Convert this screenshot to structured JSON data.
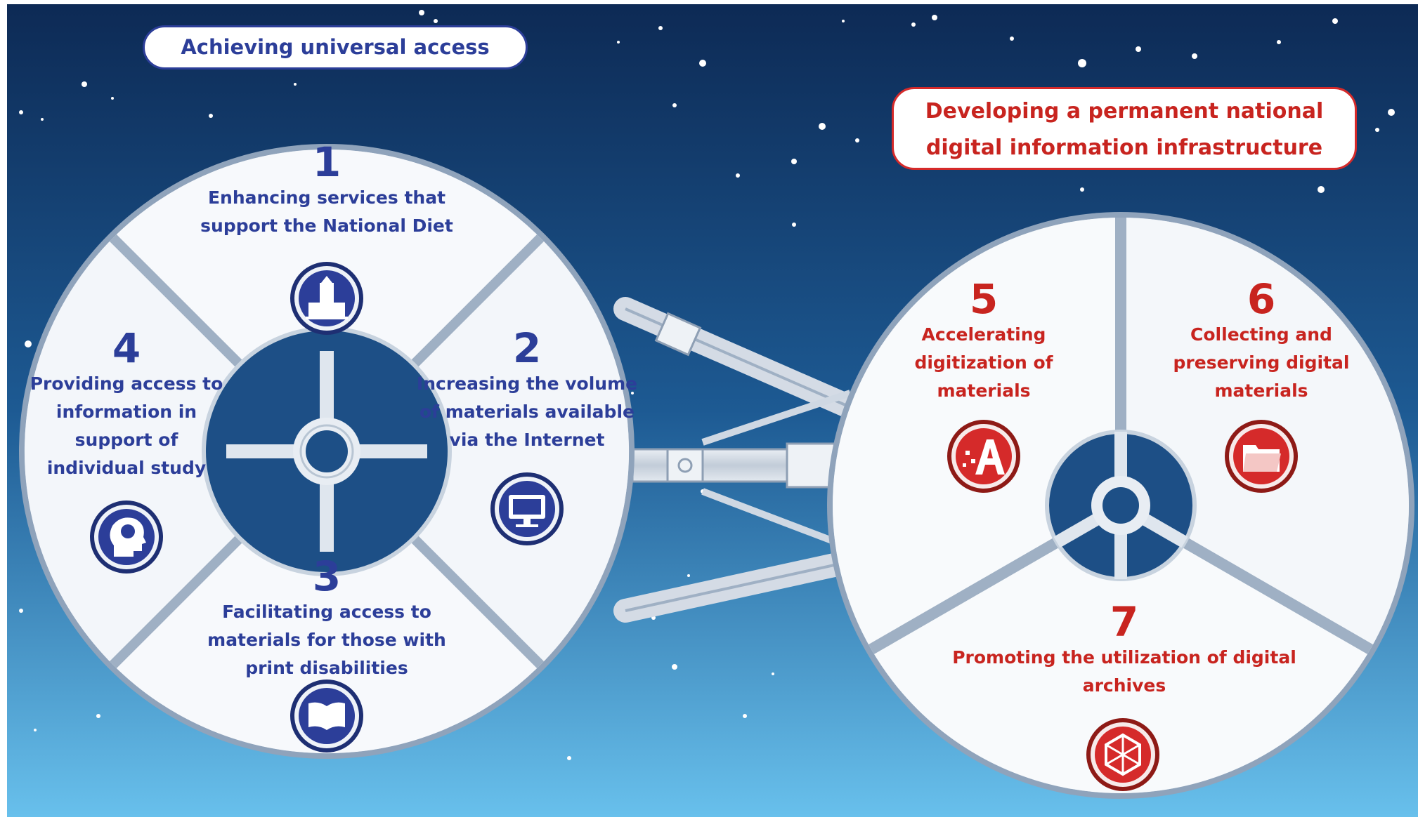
{
  "headers": {
    "left": "Achieving universal access",
    "right": "Developing a permanent national digital information infrastructure"
  },
  "items": [
    {
      "number": "1",
      "label": "Enhancing services that support the National Diet",
      "icon": "diet-building-icon"
    },
    {
      "number": "2",
      "label": "Increasing the volume of materials available via the Internet",
      "icon": "computer-monitor-icon"
    },
    {
      "number": "3",
      "label": "Facilitating access to materials for those with print disabilities",
      "icon": "open-book-icon"
    },
    {
      "number": "4",
      "label": "Providing access to information in support of individual study",
      "icon": "brain-head-icon"
    },
    {
      "number": "5",
      "label": "Accelerating digitization of materials",
      "icon": "digitized-letter-a-icon"
    },
    {
      "number": "6",
      "label": "Collecting and preserving digital materials",
      "icon": "folder-icon"
    },
    {
      "number": "7",
      "label": "Promoting the utilization of digital archives",
      "icon": "digital-archive-pattern-icon"
    }
  ],
  "colors": {
    "blue_accent": "#2c3e99",
    "red_accent": "#d52a2a",
    "sky_top": "#0d2a55",
    "sky_bottom": "#68c0ec"
  }
}
